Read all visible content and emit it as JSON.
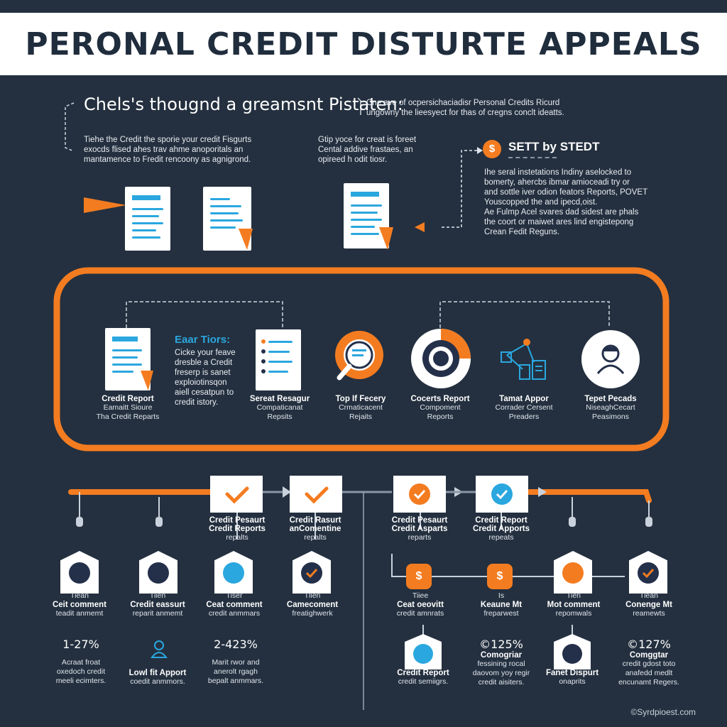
{
  "title": "PERONAL CREDIT DISTURTE APPEALS",
  "intro": {
    "headline": "Chels's thougnd a greamsnt Pistaten:",
    "right_text": [
      "Cne ave of ocpersichaciadisr Personal Credits Ricurd",
      "ungowny the lieesyect for thas of cregns conclt ideatts."
    ],
    "left_text": [
      "Tiehe the Credit the sporie your credit Fisgurts",
      "exocds flised ahes trav ahme anoporitals an",
      "mantamence to Fredit rencoony as agnigrond."
    ],
    "middle_text": [
      "Gtip yoce for creat is foreet",
      "Cental addive frastaes, an",
      "opireed h odit tiosr."
    ]
  },
  "sett": {
    "label": "SETT by STEDT",
    "para1": [
      "Ihe seral instetations Indiny aselocked to",
      "bomerty, ahercbs ibmar amioceadi try or",
      "and sottle iver odion feators Reports, POVET",
      "Youscopped the and ipecd,oist."
    ],
    "para2": [
      "Ae Fulmp Acel svares dad sidest are phals",
      "the coort or maiwet ares lind engistepong",
      "Crean Fedit Reguns."
    ]
  },
  "panel": {
    "ear_tips": {
      "heading": "Eaar Tiors:",
      "lines": [
        "Cicke your feave",
        "dresble a Credit",
        "freserp is sanet",
        "exploiotinsqon",
        "aiell cesatpun to",
        "credit istory."
      ]
    },
    "items": [
      {
        "label": "Credit Report",
        "sub": [
          "Eamaitt Sioure",
          "Tha Credit Reparts"
        ]
      },
      {
        "label": "Sereat Resagur",
        "sub": [
          "Compaticanat",
          "Repsits"
        ]
      },
      {
        "label": "Top If Fecery",
        "sub": [
          "Crmaticacent",
          "Rejaits"
        ]
      },
      {
        "label": "Cocerts Report",
        "sub": [
          "Compoment",
          "Reports"
        ]
      },
      {
        "label": "Tamat Appor",
        "sub": [
          "Corrader Cersent",
          "Preaders"
        ]
      },
      {
        "label": "Tepet Pecads",
        "sub": [
          "NiseaghCecart",
          "Peasimons"
        ]
      }
    ]
  },
  "steps": [
    {
      "title": [
        "Credit Pesaurt",
        "Credit Reports"
      ],
      "sub": "repalts"
    },
    {
      "title": [
        "Credit Rasurt",
        "anComentine"
      ],
      "sub": "repalts"
    },
    {
      "title": [
        "Credit Pesaurt",
        "Credit Asparts"
      ],
      "sub": "reparts"
    },
    {
      "title": [
        "Credit Report",
        "Credit Apports"
      ],
      "sub": "repeats"
    }
  ],
  "nodes": [
    {
      "top": "Tiean",
      "label": "Ceit comment",
      "sub": "teadit anmemt"
    },
    {
      "top": "Tiien",
      "label": "Credit eassurt",
      "sub": "reparit anmemt"
    },
    {
      "top": "Tiser",
      "label": "Ceat comment",
      "sub": "credit anmmars"
    },
    {
      "top": "Tlien",
      "label": "Camecoment",
      "sub": "freatighwerk"
    },
    {
      "top": "Tiiee",
      "label": "Ceat oeovitt",
      "sub": "credit amnrats"
    },
    {
      "top": "Is",
      "label": "Keaune Mt",
      "sub": "freparwest"
    },
    {
      "top": "Tien",
      "label": "Mot comment",
      "sub": "repomwals"
    },
    {
      "top": "Tiean",
      "label": "Conenge Mt",
      "sub": "reamewts"
    }
  ],
  "stats": [
    {
      "value": "1-27%",
      "lines": [
        "Acraat froat",
        "oxedoch credit",
        "meeli ecimters."
      ]
    },
    {
      "label": "Lowl fit Apport",
      "sub": "coedit anmmors."
    },
    {
      "value": "2-423%",
      "lines": [
        "Marit rwor and",
        "anerolt rgagh",
        "bepalt anmmars."
      ]
    },
    {
      "label": "Credit Report",
      "sub": "credit semiigrs."
    },
    {
      "value": "©125%",
      "lines": [
        "Comogriar",
        "fessining rocal",
        "daovom yoy regir",
        "credit aisiters."
      ]
    },
    {
      "label": "Fanet Dispurt",
      "sub": "onaprits"
    },
    {
      "value": "©127%",
      "lines": [
        "Comggtar",
        "credit gdost toto",
        "anafedd medlt",
        "encunamt Regers."
      ]
    }
  ],
  "footer": "©Syrdpioest.com",
  "colors": {
    "navy": "#24303f",
    "orange": "#f47c20",
    "blue": "#2aa7df",
    "white": "#ffffff"
  }
}
